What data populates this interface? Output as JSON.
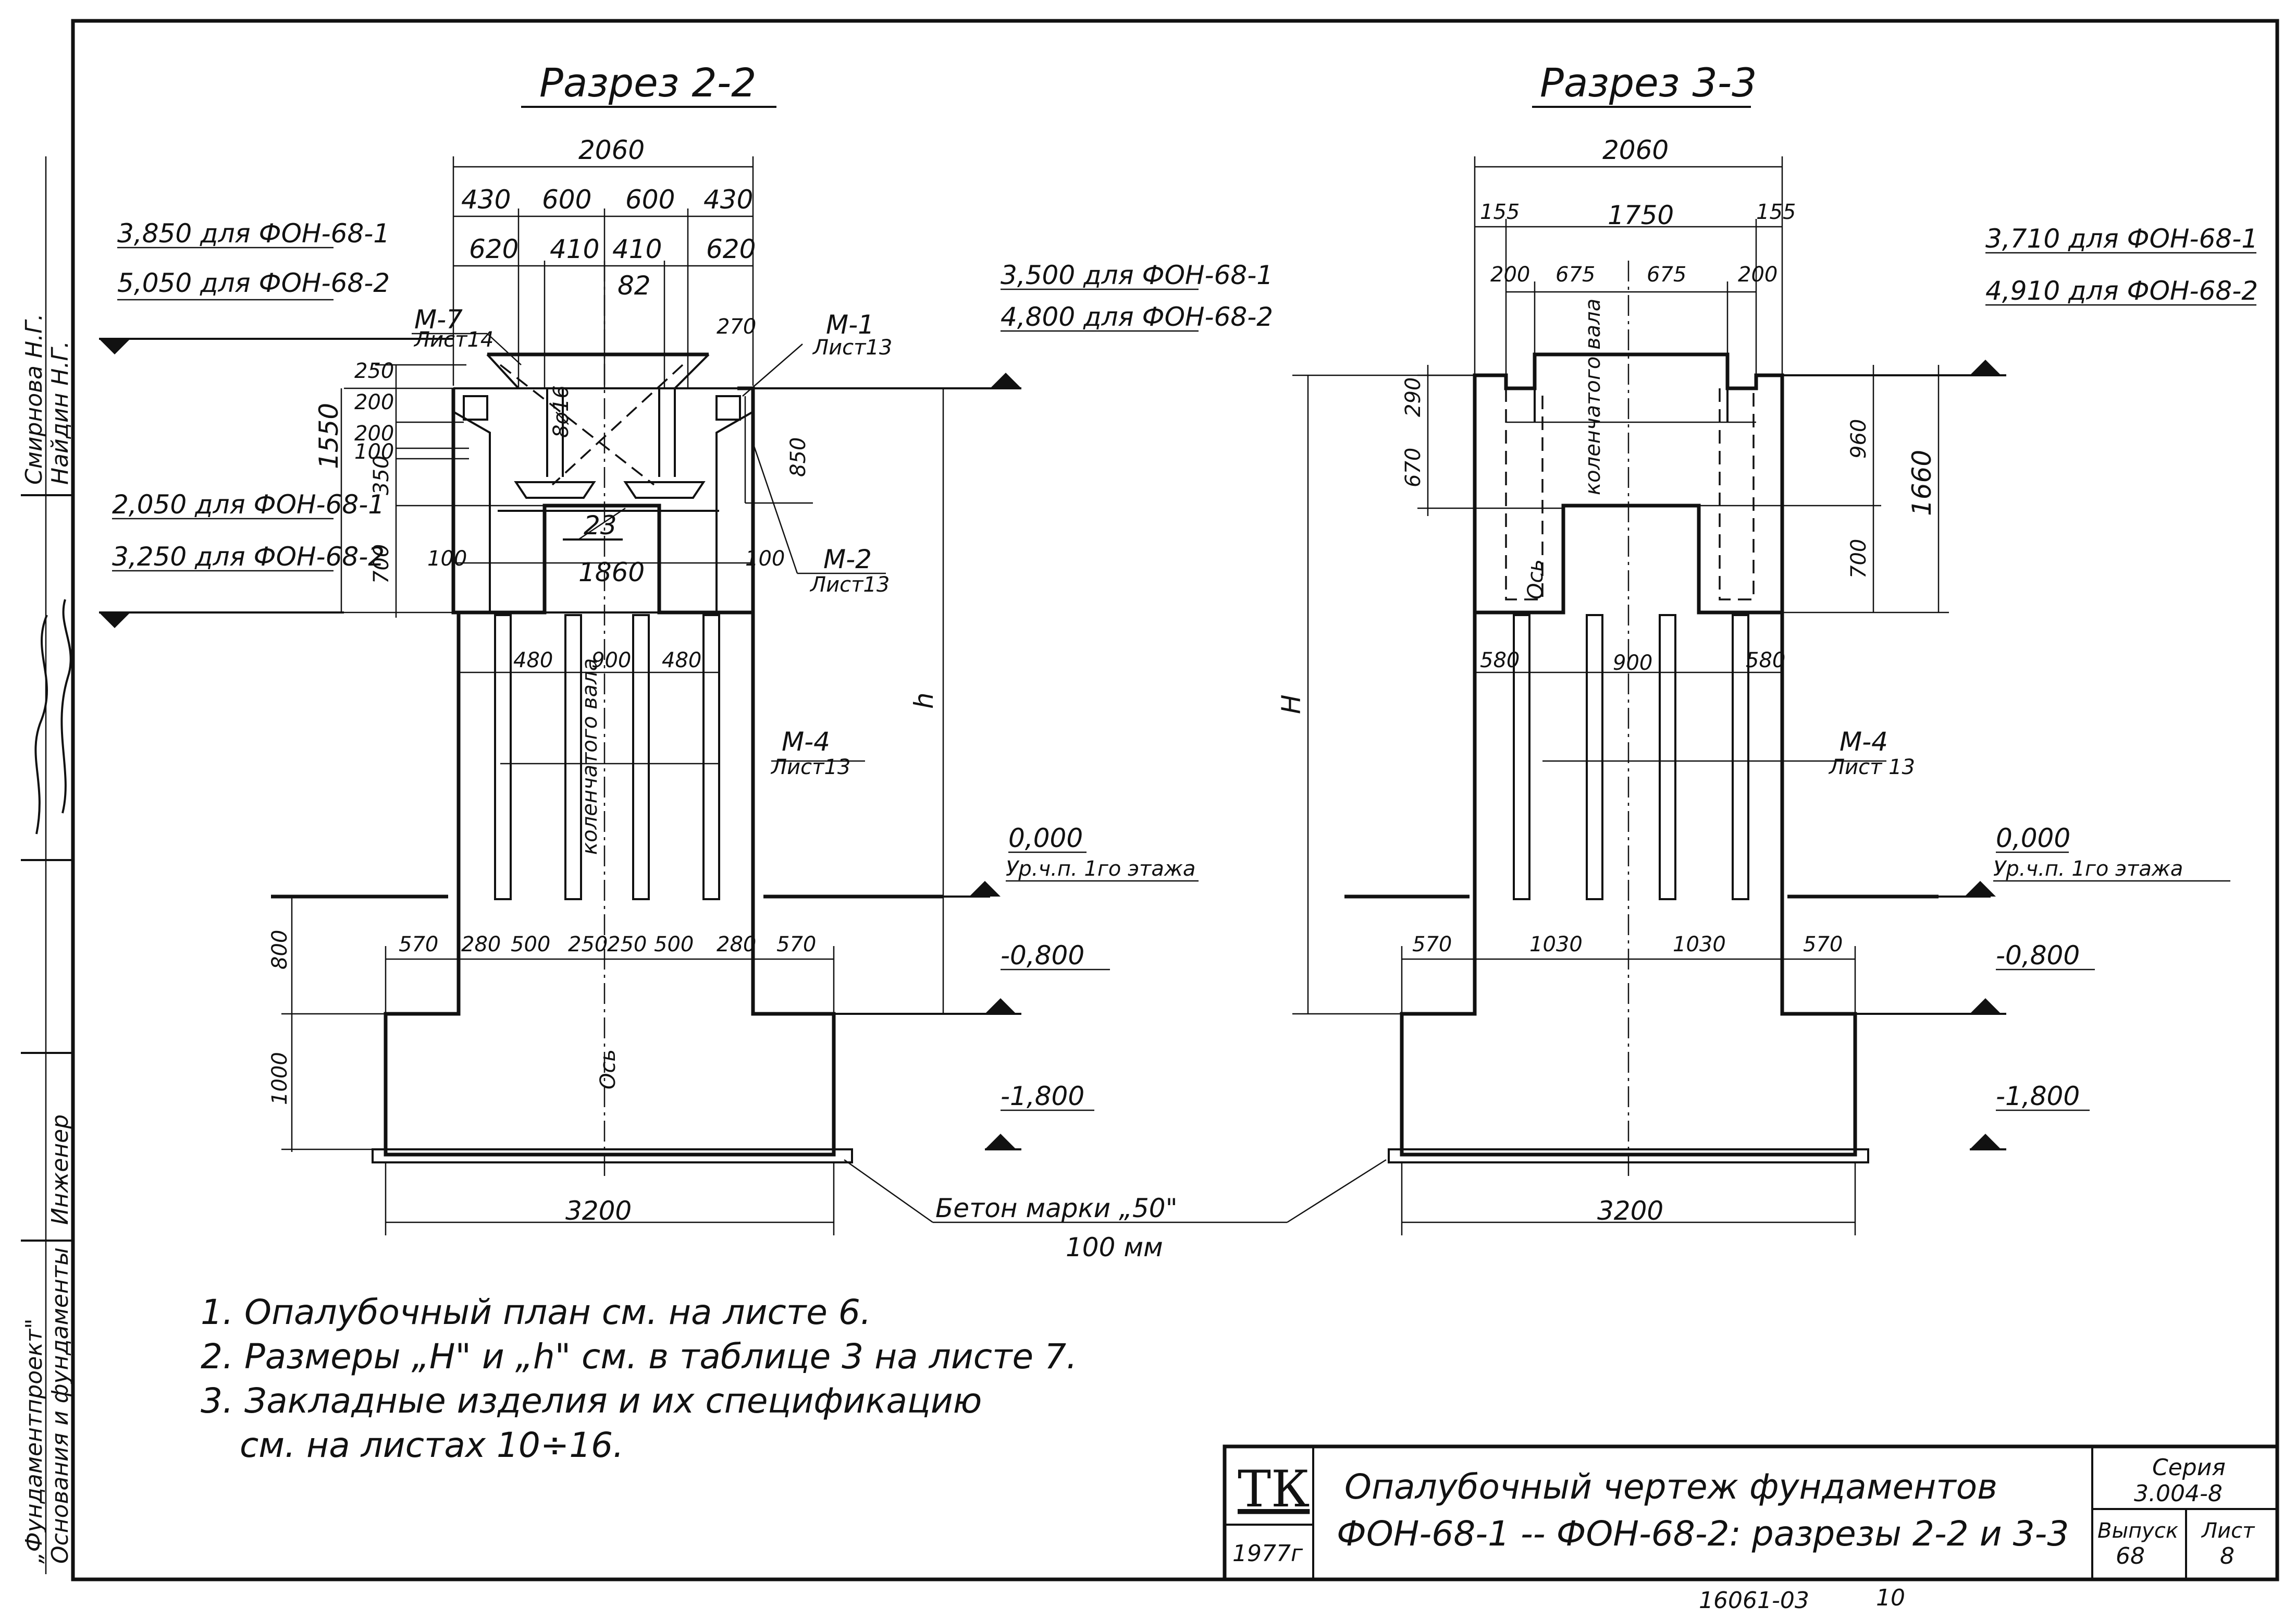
{
  "drawing": {
    "section_22": {
      "title": "Разрез 2-2",
      "dims_top": [
        "2060",
        "430",
        "600",
        "600",
        "430",
        "620",
        "410",
        "410",
        "620",
        "82",
        "270"
      ],
      "dims_left": [
        "250",
        "200",
        "200",
        "100",
        "350",
        "1550",
        "700",
        "800",
        "1000"
      ],
      "dims_mid": [
        "100",
        "1860",
        "100",
        "480",
        "900",
        "480",
        "850",
        "23",
        "8ø16"
      ],
      "dims_base": [
        "570",
        "280",
        "500",
        "250",
        "250",
        "500",
        "280",
        "570"
      ],
      "dim_width": "3200",
      "height_label": "h",
      "axis_label": "Ось",
      "beam_label": "коленчатого вала",
      "marks": [
        {
          "code": "М-7",
          "sheet": "Лист14"
        },
        {
          "code": "М-1",
          "sheet": "Лист13"
        },
        {
          "code": "М-2",
          "sheet": "Лист13"
        },
        {
          "code": "М-4",
          "sheet": "Лист13"
        }
      ],
      "levels_left": [
        "3,850 для ФОН-68-1",
        "5,050 для ФОН-68-2",
        "2,050 для ФОН-68-1",
        "3,250 для ФОН-68-2"
      ],
      "levels_right": [
        "3,500 для ФОН-68-1",
        "4,800 для ФОН-68-2",
        "0,000",
        "Ур.ч.п. 1го этажа",
        "-0,800",
        "-1,800"
      ]
    },
    "section_33": {
      "title": "Разрез 3-3",
      "dims_top": [
        "2060",
        "155",
        "1750",
        "155",
        "200",
        "675",
        "675",
        "200"
      ],
      "dims_left": [
        "290",
        "670",
        "H"
      ],
      "dims_right": [
        "960",
        "700",
        "1660"
      ],
      "dims_mid": [
        "580",
        "900",
        "580"
      ],
      "dims_base": [
        "570",
        "1030",
        "1030",
        "570"
      ],
      "dim_width": "3200",
      "axis_label": "Ось",
      "beam_label": "коленчатого вала",
      "marks": [
        {
          "code": "М-4",
          "sheet": "Лист 13"
        }
      ],
      "levels_right": [
        "3,710 для ФОН-68-1",
        "4,910 для ФОН-68-2",
        "0,000",
        "Ур.ч.п. 1го этажа",
        "-0,800",
        "-1,800"
      ]
    },
    "concrete_note": {
      "line1": "Бетон марки „50\"",
      "line2": "100 мм"
    }
  },
  "notes": [
    "1. Опалубочный план см. на листе 6.",
    "2. Размеры „H\" и „h\" см. в таблице 3 на листе 7.",
    "3. Закладные изделия и их спецификацию",
    "см. на листах 10÷16."
  ],
  "side_stamp": {
    "org": "„Фундаментпроект\"",
    "org2": "Основания и фундаменты",
    "role": "Инженер",
    "names": [
      "Смирнова Н.Г.",
      "Найдин Н.Г."
    ]
  },
  "title_block": {
    "logo": "ТК",
    "year": "1977г",
    "title_line1": "Опалубочный чертеж фундаментов",
    "title_line2": "ФОН-68-1 -- ФОН-68-2: разрезы 2-2 и 3-3",
    "series_label": "Серия",
    "series_value": "3.004-8",
    "issue_label": "Выпуск",
    "issue_value": "68",
    "sheet_label": "Лист",
    "sheet_value": "8"
  },
  "footer": {
    "code": "16061-03",
    "page": "10"
  }
}
